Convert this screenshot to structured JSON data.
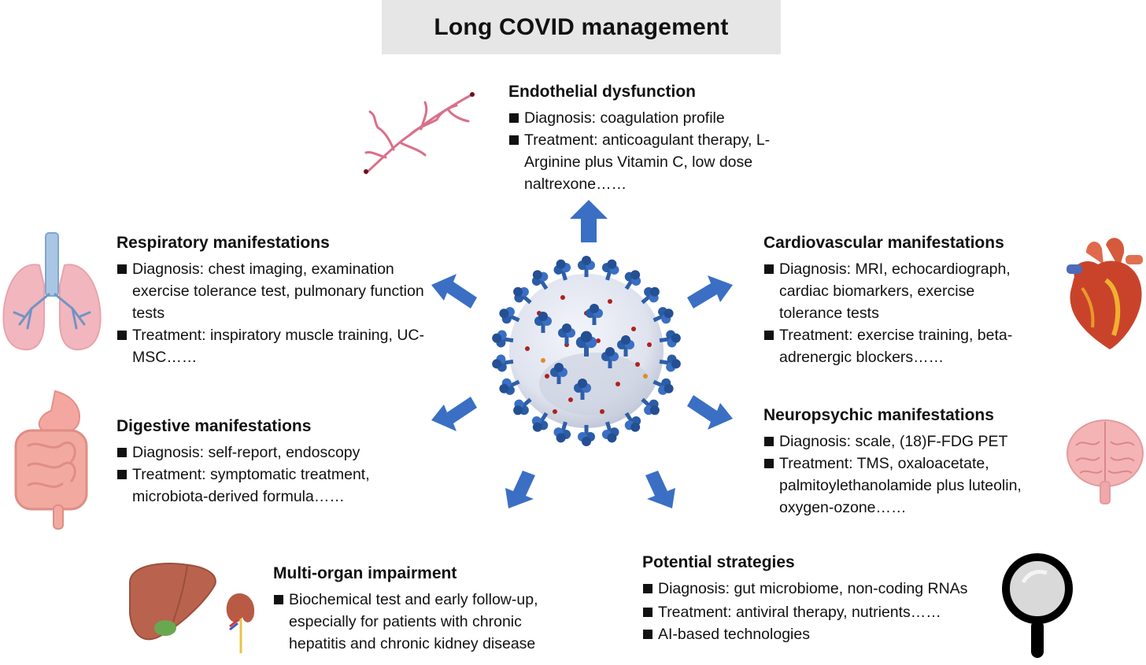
{
  "title": "Long COVID management",
  "colors": {
    "arrow": "#3a6fc4",
    "virus_body": "#dfe3ee",
    "spike": "#2f5fa8",
    "dots": "#b0211d"
  },
  "sections": {
    "endothelial": {
      "heading": "Endothelial dysfunction",
      "items": [
        "Diagnosis: coagulation profile",
        "Treatment: anticoagulant therapy, L-Arginine plus Vitamin C, low dose naltrexone……"
      ]
    },
    "respiratory": {
      "heading": "Respiratory manifestations",
      "items": [
        "Diagnosis: chest imaging, examination exercise tolerance test, pulmonary function tests",
        "Treatment: inspiratory muscle training, UC-MSC……"
      ]
    },
    "cardiovascular": {
      "heading": "Cardiovascular manifestations",
      "items": [
        "Diagnosis: MRI, echocardiograph, cardiac biomarkers, exercise tolerance tests",
        "Treatment:  exercise training, beta-adrenergic blockers……"
      ]
    },
    "digestive": {
      "heading": "Digestive manifestations",
      "items": [
        "Diagnosis: self-report, endoscopy",
        "Treatment: symptomatic treatment, microbiota-derived formula……"
      ]
    },
    "neuropsychic": {
      "heading": "Neuropsychic manifestations",
      "items": [
        "Diagnosis: scale, (18)F-FDG PET",
        "Treatment: TMS, oxaloacetate, palmitoylethanolamide plus luteolin, oxygen-ozone……"
      ]
    },
    "multiorgan": {
      "heading": "Multi-organ impairment",
      "items": [
        "Biochemical test and early follow-up, especially for patients with chronic hepatitis and chronic kidney disease"
      ]
    },
    "potential": {
      "heading": "Potential strategies",
      "items": [
        "Diagnosis: gut microbiome, non-coding RNAs",
        "Treatment: antiviral therapy, nutrients……",
        "AI-based technologies"
      ]
    }
  },
  "icons": {
    "vessels": "blood-vessels-icon",
    "lungs": "lungs-icon",
    "heart": "heart-icon",
    "digestive": "digestive-tract-icon",
    "brain": "brain-icon",
    "liver": "liver-icon",
    "kidney": "kidney-icon",
    "magnifier": "magnifier-icon",
    "virus": "coronavirus-icon"
  }
}
